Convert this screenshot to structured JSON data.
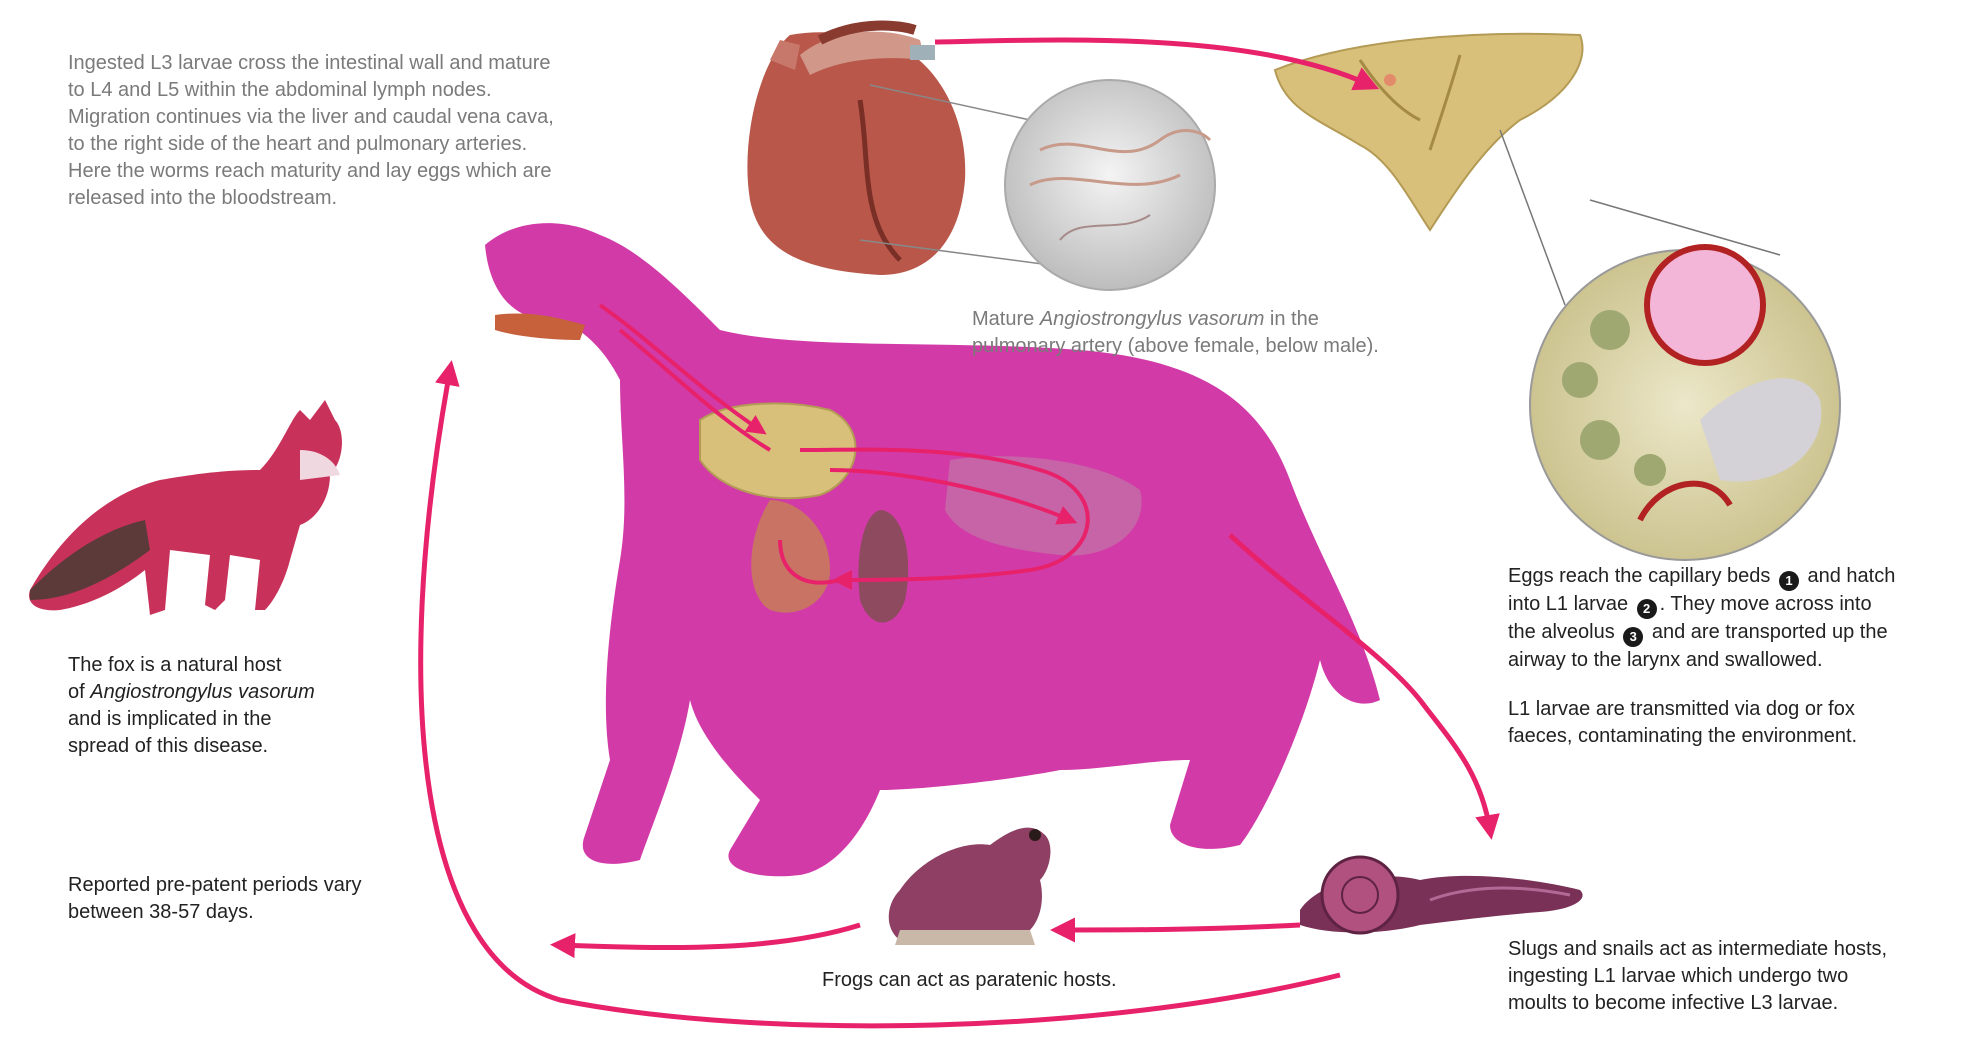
{
  "colors": {
    "arrow": "#e8226a",
    "dog": "#d23aa8",
    "organ_yellow": "#d9c07a",
    "heart": "#b8574a",
    "text_grey": "#7a7a7a",
    "text_dark": "#222222"
  },
  "texts": {
    "migration": "Ingested L3 larvae cross the intestinal wall and mature\nto L4 and L5 within the abdominal lymph nodes.\nMigration continues via the liver and caudal vena cava,\nto the right side of the heart and pulmonary arteries.\nHere the worms reach maturity and lay eggs which are\nreleased into the bloodstream.",
    "mature_prefix": "Mature ",
    "mature_species": "Angiostrongylus vasorum",
    "mature_suffix": " in the\npulmonary artery (above female, below male).",
    "fox_prefix": "The fox is a natural host\nof ",
    "fox_species": "Angiostrongylus vasorum",
    "fox_suffix": "\nand is implicated in the\nspread of this disease.",
    "prepatent": "Reported pre-patent periods vary\nbetween 38-57 days.",
    "eggs_a": "Eggs reach the capillary beds ",
    "eggs_b": " and hatch\ninto L1 larvae ",
    "eggs_c": ". They move across into\nthe alveolus ",
    "eggs_d": " and are transported up the\nairway to the larynx and swallowed.",
    "transmission": "L1 larvae are transmitted via dog or fox\nfaeces, contaminating the environment.",
    "frogs": "Frogs can act as paratenic hosts.",
    "slugs": "Slugs and snails act as intermediate hosts,\ningesting L1 larvae which undergo two\nmoults to become infective L3 larvae."
  },
  "markers": [
    "1",
    "2",
    "3"
  ],
  "icons": [
    "heart-illustration",
    "lung-illustration",
    "worm-magnifier",
    "alveolus-magnifier",
    "dog-illustration",
    "fox-illustration",
    "frog-illustration",
    "snail-illustration"
  ]
}
